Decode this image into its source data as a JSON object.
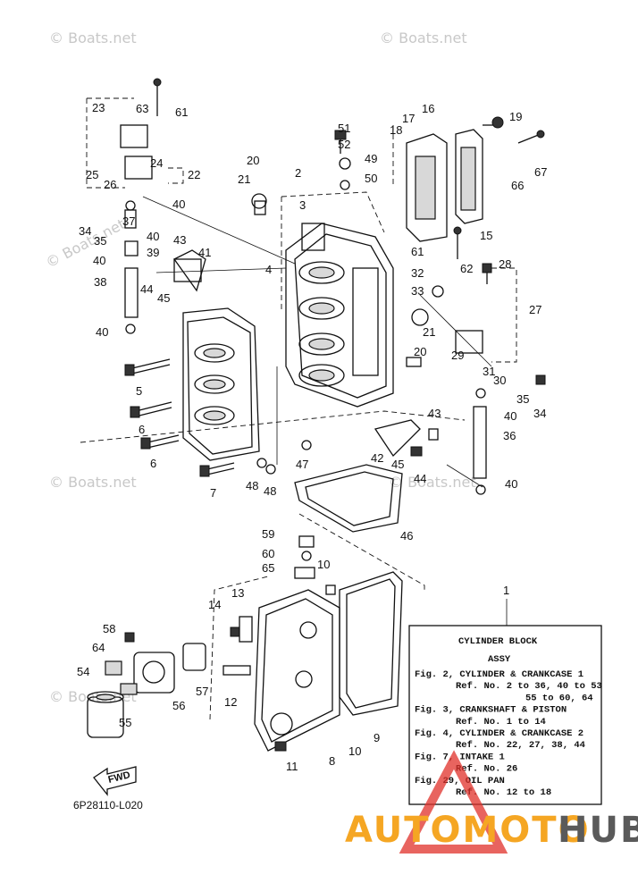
{
  "watermarks": [
    "© Boats.net",
    "© Boats.net",
    "© Boats.net",
    "© Boats.net",
    "© Boats.net",
    "© Boats.net"
  ],
  "callouts": [
    "23",
    "63",
    "61",
    "25",
    "26",
    "24",
    "22",
    "40",
    "37",
    "34",
    "35",
    "40",
    "39",
    "43",
    "41",
    "40",
    "38",
    "44",
    "45",
    "40",
    "20",
    "21",
    "2",
    "3",
    "4",
    "51",
    "52",
    "49",
    "50",
    "17",
    "16",
    "18",
    "19",
    "67",
    "66",
    "15",
    "61",
    "32",
    "28",
    "33",
    "62",
    "27",
    "21",
    "20",
    "29",
    "31",
    "30",
    "35",
    "34",
    "40",
    "36",
    "43",
    "42",
    "45",
    "44",
    "40",
    "5",
    "6",
    "6",
    "7",
    "48",
    "48",
    "47",
    "46",
    "59",
    "60",
    "65",
    "10",
    "13",
    "14",
    "58",
    "64",
    "54",
    "55",
    "56",
    "57",
    "12",
    "9",
    "10",
    "8",
    "11",
    "1"
  ],
  "legend": {
    "header": "1",
    "title": "CYLINDER BLOCK",
    "subtitle": "ASSY",
    "lines": [
      "Fig. 2, CYLINDER & CRANKCASE 1",
      "Ref. No. 2 to 36, 40 to 53",
      "55 to 60, 64",
      "Fig. 3, CRANKSHAFT & PISTON",
      "Ref. No. 1 to 14",
      "Fig. 4, CYLINDER & CRANKCASE 2",
      "Ref. No. 22, 27, 38, 44",
      "Fig. 7, INTAKE 1",
      "Ref. No. 26",
      "Fig. 29, OIL PAN",
      "Ref. No. 12 to 18"
    ]
  },
  "fwd_label": "FWD",
  "diagram_code": "6P28110-L020",
  "logo": {
    "part1": "AUTOMOTO",
    "part2": "HUB",
    "color1": "#f5a623",
    "color2": "#5a5a5a",
    "triangle_color": "#e0302a"
  }
}
